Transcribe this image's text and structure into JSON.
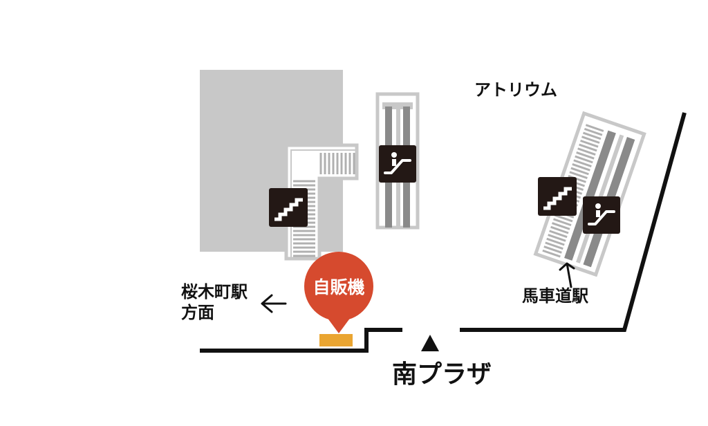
{
  "map": {
    "labels": {
      "atrium": "アトリウム",
      "sakuragicho_line1": "桜木町駅",
      "sakuragicho_line2": "方面",
      "bashamichi": "馬車道駅",
      "vending": "自販機",
      "south_plaza": "南プラザ"
    },
    "icons": {
      "stairs": "stairs-icon",
      "escalator": "escalator-icon",
      "arrow_left": "arrow-left-icon",
      "arrow_up": "arrow-up-icon",
      "triangle_up": "triangle-up-icon",
      "map_pin": "map-pin-icon"
    },
    "colors": {
      "building": "#c8c8c8",
      "escalator_track": "#8a8a8a",
      "icon_bg": "#231815",
      "pin": "#d64a2e",
      "vending_box": "#eaa531",
      "wall": "#111111"
    }
  }
}
